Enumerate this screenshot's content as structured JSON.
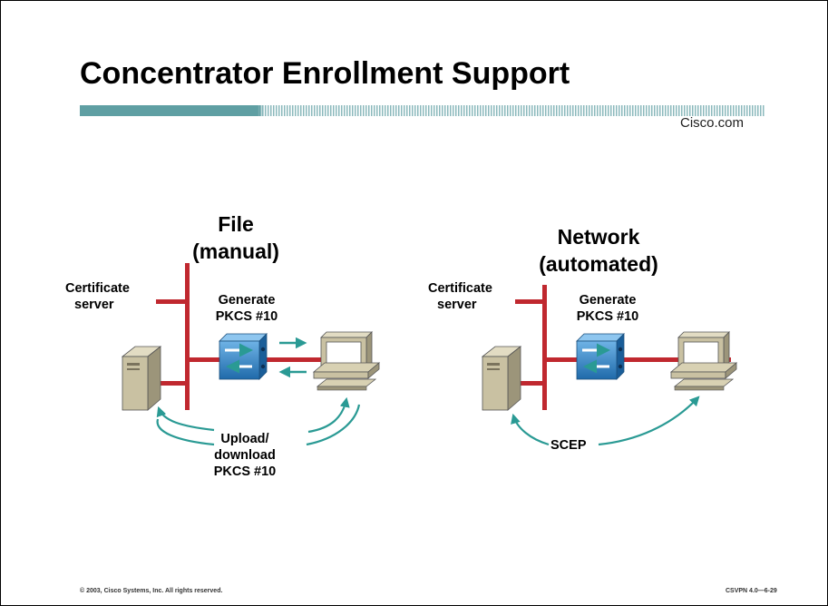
{
  "slide": {
    "title": "Concentrator Enrollment Support",
    "brand": "Cisco.com",
    "footer_left": "© 2003, Cisco Systems, Inc. All rights reserved.",
    "footer_right": "CSVPN 4.0—6-29"
  },
  "left_panel": {
    "heading_line1": "File",
    "heading_line2": "(manual)",
    "server_label_line1": "Certificate",
    "server_label_line2": "server",
    "generate_line1": "Generate",
    "generate_line2": "PKCS #10",
    "transfer_line1": "Upload/",
    "transfer_line2": "download",
    "transfer_line3": "PKCS #10"
  },
  "right_panel": {
    "heading_line1": "Network",
    "heading_line2": "(automated)",
    "server_label_line1": "Certificate",
    "server_label_line2": "server",
    "generate_line1": "Generate",
    "generate_line2": "PKCS #10",
    "protocol_label": "SCEP"
  },
  "colors": {
    "network_line": "#c0282f",
    "arrow": "#2a9a94",
    "concentrator": "#2e7fc2",
    "device_beige": "#c9c1a2"
  },
  "icons": [
    "certificate-server-icon",
    "vpn-concentrator-icon",
    "pc-workstation-icon"
  ]
}
